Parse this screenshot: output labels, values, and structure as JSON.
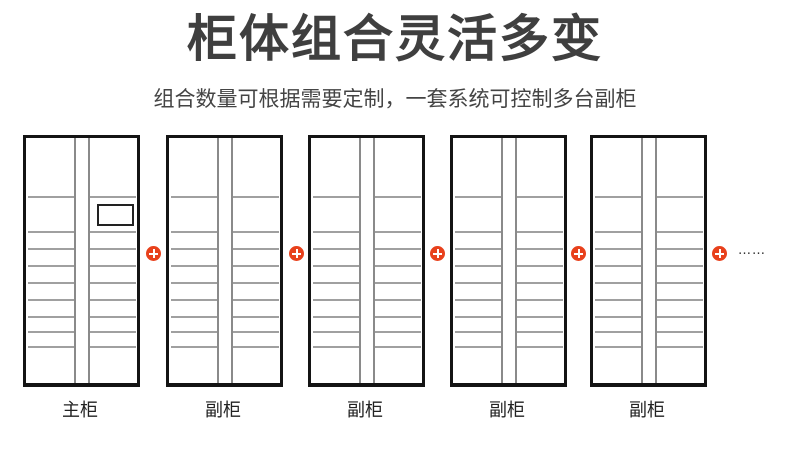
{
  "header": {
    "title": "柜体组合灵活多变",
    "subtitle": "组合数量可根据需要定制，一套系统可控制多台副柜"
  },
  "cabinets": [
    {
      "label": "主柜",
      "type": "main",
      "has_screen": true
    },
    {
      "label": "副柜",
      "type": "sub",
      "has_screen": false
    },
    {
      "label": "副柜",
      "type": "sub",
      "has_screen": false
    },
    {
      "label": "副柜",
      "type": "sub",
      "has_screen": false
    },
    {
      "label": "副柜",
      "type": "sub",
      "has_screen": false
    }
  ],
  "connector_icon": "plus-circle-icon",
  "continuation": "……",
  "colors": {
    "accent": "#e8411c",
    "title": "#3f3f3f",
    "cabinet_border": "#141414"
  }
}
